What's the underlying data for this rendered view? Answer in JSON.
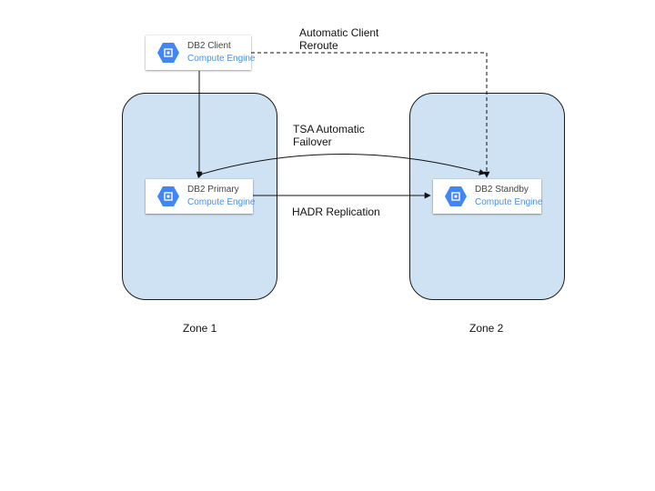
{
  "nodes": {
    "client": {
      "title": "DB2 Client",
      "subtitle": "Compute Engine",
      "icon": "compute-engine-icon"
    },
    "primary": {
      "title": "DB2 Primary",
      "subtitle": "Compute Engine",
      "icon": "compute-engine-icon"
    },
    "standby": {
      "title": "DB2 Standby",
      "subtitle": "Compute Engine",
      "icon": "compute-engine-icon"
    }
  },
  "zones": {
    "zone1": {
      "label": "Zone 1"
    },
    "zone2": {
      "label": "Zone 2"
    }
  },
  "edges": {
    "reroute": {
      "label": "Automatic Client\nReroute"
    },
    "failover": {
      "label": "TSA Automatic\nFailover"
    },
    "replication": {
      "label": "HADR Replication"
    }
  },
  "colors": {
    "zone_fill": "#cfe2f3",
    "icon_hex": "#4285f4",
    "subtitle_text": "#4a90e2"
  }
}
